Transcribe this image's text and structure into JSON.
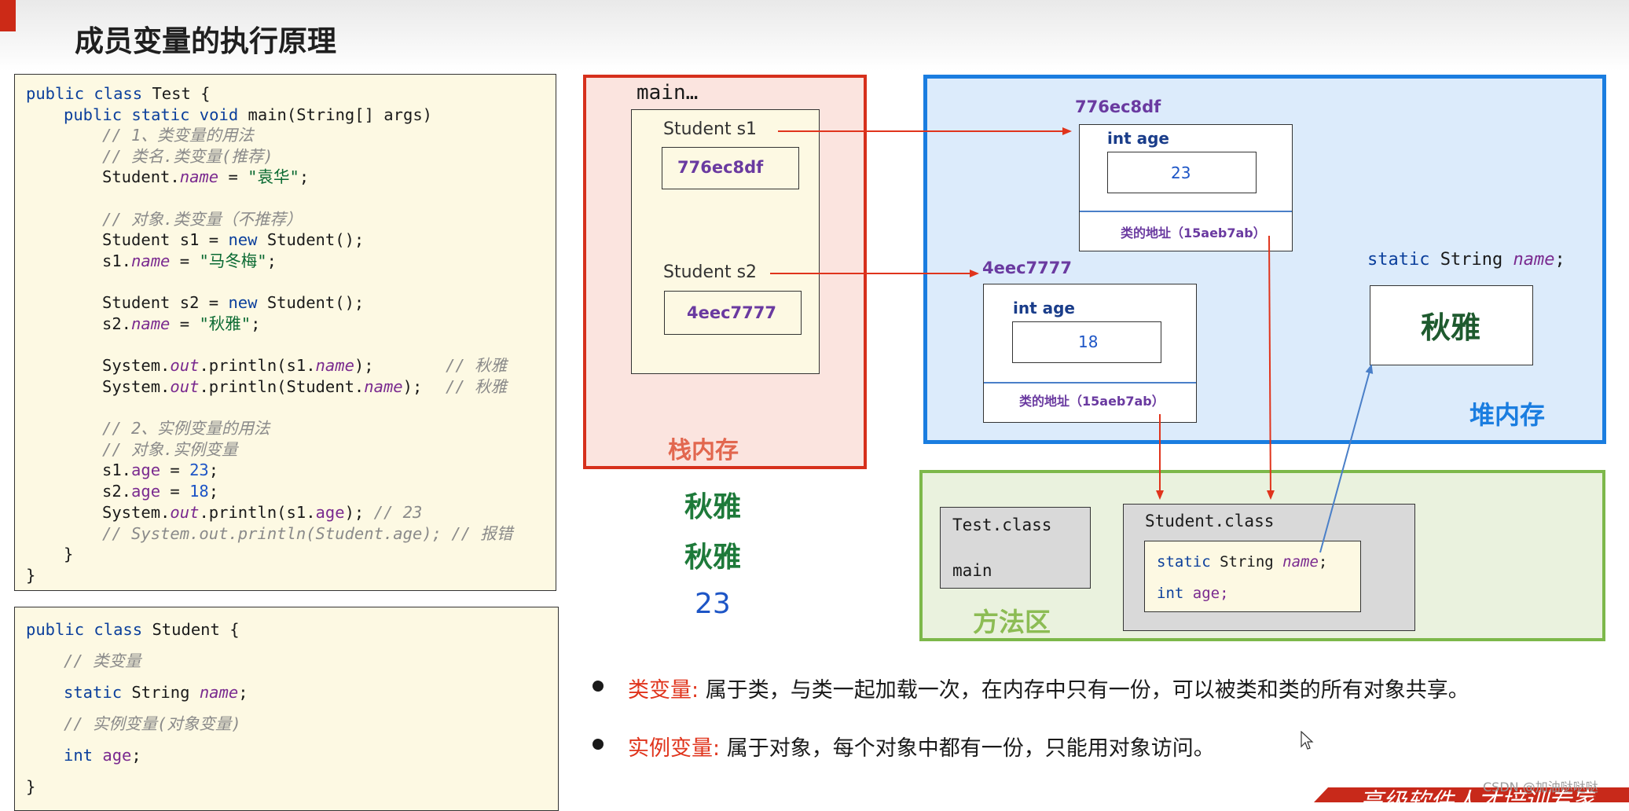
{
  "slide": {
    "title": "成员变量的执行原理"
  },
  "code_test": {
    "line1": "public class Test {",
    "line2_kw": "public static void",
    "line2_rest": " main(String[] args)",
    "c1": "// 1、类变量的用法",
    "c2": "// 类名.类变量(推荐)",
    "l_name_a": "Student.",
    "l_name_b": "name",
    "l_name_c": " = ",
    "l_name_str": "\"袁华\"",
    "semi": ";",
    "c3": "// 对象.类变量（不推荐）",
    "l_s1_a": "Student s1 = ",
    "new_kw": "new",
    "l_new_rest": " Student();",
    "s1_prefix": "s1.",
    "s1_str": "\"马冬梅\"",
    "l_s2_a": "Student s2 = ",
    "s2_prefix": "s2.",
    "s2_str": "\"秋雅\"",
    "sysout_a": "System.",
    "out": "out",
    "println_s1_name": ".println(s1.",
    "close": ");",
    "cm_qiuya": "// 秋雅",
    "println_student_name": ".println(Student.",
    "c4": "// 2、实例变量的用法",
    "c5": "// 对象.实例变量",
    "age": "age",
    "eq": " = ",
    "n23": "23",
    "n18": "18",
    "println_s1_age": ".println(s1.",
    "cm_23": "// 23",
    "c6": "// System.out.println(Student.age); // 报错",
    "brace_inner": "}",
    "brace_outer": "}"
  },
  "code_student": {
    "line1_kw": "public class",
    "line1_rest": " Student {",
    "c1": "// 类变量",
    "static_kw": "static",
    "string_type": " String ",
    "name": "name",
    "semi": ";",
    "c2": "// 实例变量(对象变量)",
    "int_kw": "int",
    "age": " age",
    "brace": "}"
  },
  "stack": {
    "frame_label": "main…",
    "s1_label": "Student   s1",
    "s1_value": "776ec8df",
    "s2_label": "Student   s2",
    "s2_value": "4eec7777",
    "caption": "栈内存"
  },
  "heap": {
    "obj1_addr": "776ec8df",
    "obj1_field": "int age",
    "obj1_value": "23",
    "obj1_class_ref": "类的地址（15aeb7ab）",
    "obj2_addr": "4eec7777",
    "obj2_field": "int age",
    "obj2_value": "18",
    "obj2_class_ref": "类的地址（15aeb7ab）",
    "static_decl_kw": "static",
    "static_decl_type": " String ",
    "static_decl_name": "name",
    "static_decl_semi": ";",
    "static_value": "秋雅",
    "caption": "堆内存"
  },
  "output": {
    "line1": "秋雅",
    "line2": "秋雅",
    "line3": "23"
  },
  "method_area": {
    "test_class": "Test.class",
    "test_main": "main",
    "student_class": "Student.class",
    "static_kw": "static",
    "string_type": " String ",
    "name": "name",
    "semi": ";",
    "int_kw": "int",
    "age": " age;",
    "caption": "方法区"
  },
  "bullets": [
    {
      "term": "类变量:",
      "text": " 属于类，与类一起加载一次，在内存中只有一份，可以被类和类的所有对象共享。"
    },
    {
      "term": "实例变量:",
      "text": " 属于对象，每个对象中都有一份，只能用对象访问。"
    }
  ],
  "footer": {
    "watermark": "CSDN @加油哒哒哒",
    "banner": "高级软件人才培训专家"
  },
  "colors": {
    "stack_border": "#d6301c",
    "heap_border": "#1a7de0",
    "method_border": "#7db84a",
    "arrow_red": "#e0341c",
    "arrow_blue": "#4a7fc8"
  }
}
